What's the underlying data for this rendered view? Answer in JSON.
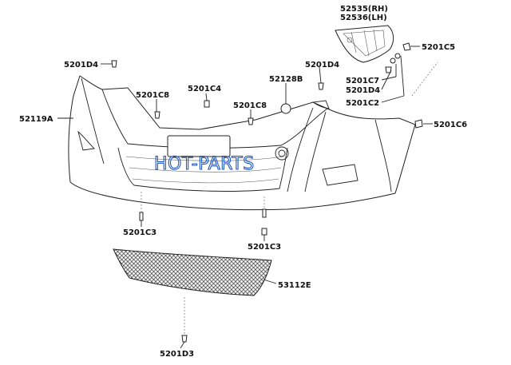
{
  "labels": {
    "p52535": "52535(RH)",
    "p52536": "52536(LH)",
    "p5201C5": "5201C5",
    "p5201D4_tl": "5201D4",
    "p5201D4_tr": "5201D4",
    "p52128B": "52128B",
    "p5201C8_l": "5201C8",
    "p5201C4": "5201C4",
    "p5201C8_m": "5201C8",
    "p5201C7": "5201C7",
    "p5201D4_r": "5201D4",
    "p5201C2": "5201C2",
    "p52119A": "52119A",
    "p5201C6": "5201C6",
    "p5201C3_l": "5201C3",
    "p5201C3_r": "5201C3",
    "p53112E": "53112E",
    "p5201D3": "5201D3"
  },
  "watermark": "HOT-PARTS",
  "colors": {
    "watermark": "#1e56c8",
    "line": "#222222"
  }
}
